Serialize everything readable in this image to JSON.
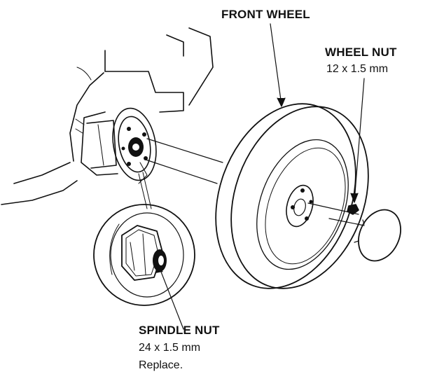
{
  "labels": {
    "front_wheel": "FRONT WHEEL",
    "wheel_nut": {
      "title": "WHEEL NUT",
      "size": "12 x 1.5 mm"
    },
    "spindle_nut": {
      "title": "SPINDLE NUT",
      "size": "24 x 1.5 mm",
      "note": "Replace."
    }
  },
  "colors": {
    "ink": "#111111",
    "background": "#ffffff"
  }
}
